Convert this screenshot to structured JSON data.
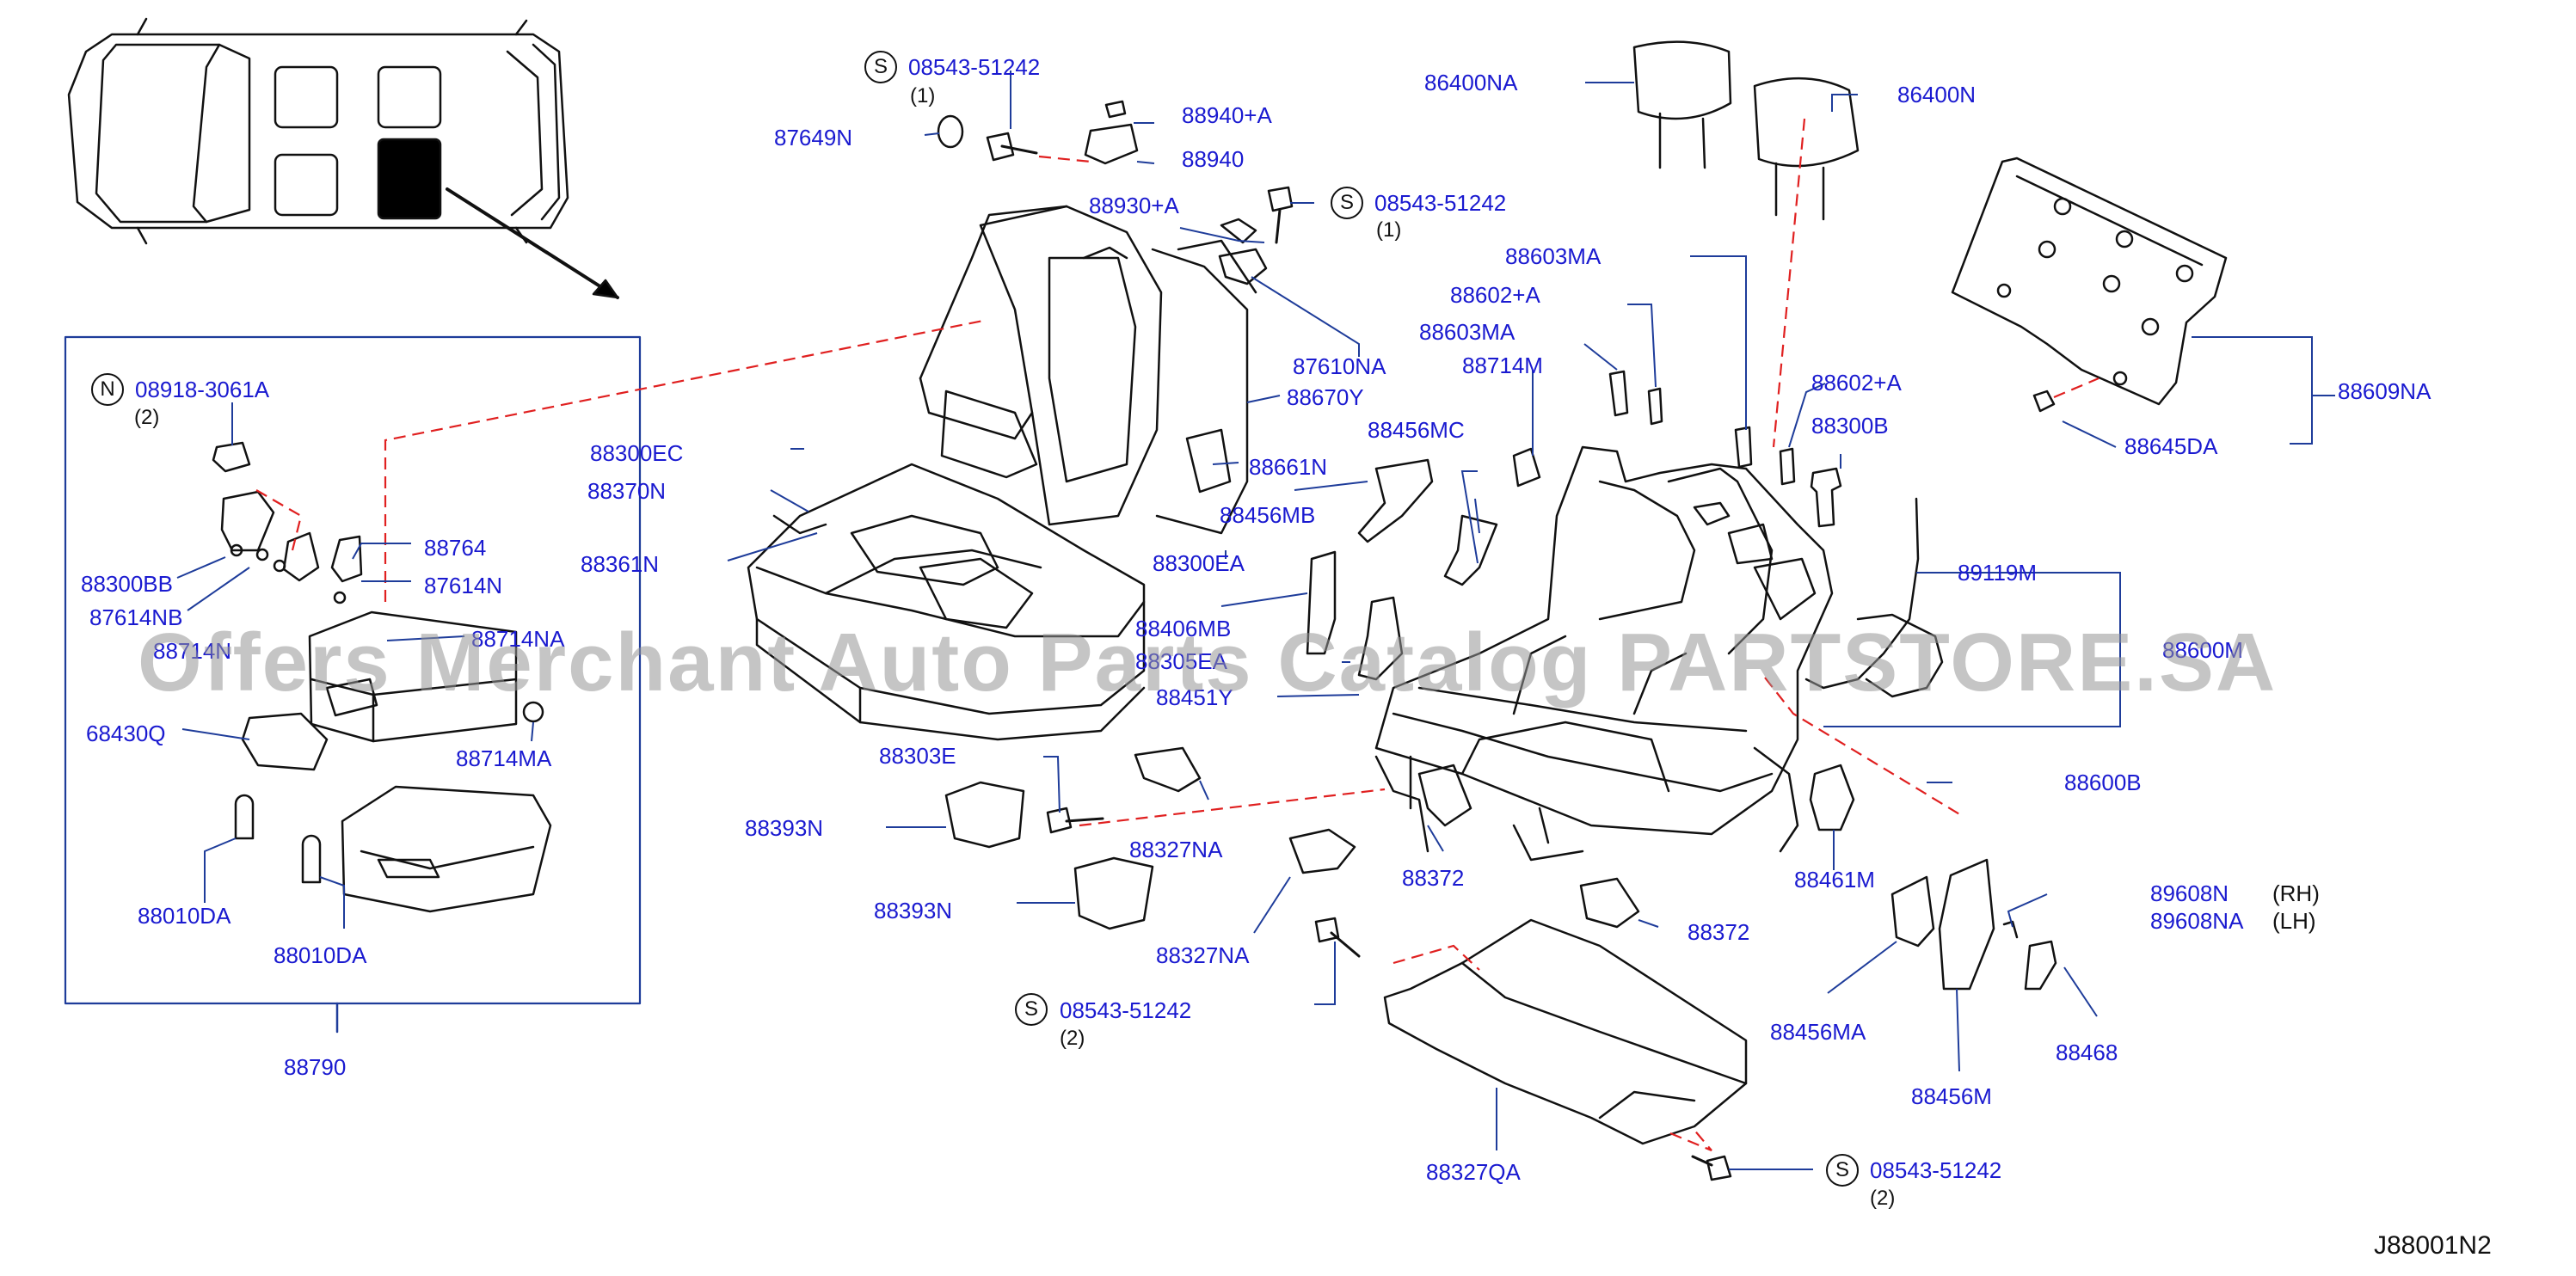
{
  "diagram_code": "J88001N2",
  "watermark": "Offers Merchant Auto Parts Catalog PARTSTORE.SA",
  "side_labels": {
    "rh": "(RH)",
    "lh": "(LH)"
  },
  "callouts": [
    {
      "id": "c1",
      "marker": "S",
      "part": "08543-51242",
      "qty": "(1)"
    },
    {
      "id": "c2",
      "marker": "S",
      "part": "08543-51242",
      "qty": "(1)"
    },
    {
      "id": "c3",
      "marker": "N",
      "part": "08918-3061A",
      "qty": "(2)"
    },
    {
      "id": "c4",
      "marker": "S",
      "part": "08543-51242",
      "qty": "(2)"
    },
    {
      "id": "c5",
      "marker": "S",
      "part": "08543-51242",
      "qty": "(2)"
    }
  ],
  "labels": [
    {
      "id": "l1",
      "text": "87649N"
    },
    {
      "id": "l2",
      "text": "88940+A"
    },
    {
      "id": "l3",
      "text": "88940"
    },
    {
      "id": "l4",
      "text": "88930+A"
    },
    {
      "id": "l5",
      "text": "86400NA"
    },
    {
      "id": "l6",
      "text": "86400N"
    },
    {
      "id": "l7",
      "text": "88603MA"
    },
    {
      "id": "l8",
      "text": "88602+A"
    },
    {
      "id": "l9",
      "text": "88603MA"
    },
    {
      "id": "l10",
      "text": "88714M"
    },
    {
      "id": "l11",
      "text": "88602+A"
    },
    {
      "id": "l12",
      "text": "88300B"
    },
    {
      "id": "l13",
      "text": "88609NA"
    },
    {
      "id": "l14",
      "text": "88645DA"
    },
    {
      "id": "l15",
      "text": "87610NA"
    },
    {
      "id": "l16",
      "text": "88670Y"
    },
    {
      "id": "l17",
      "text": "88661N"
    },
    {
      "id": "l18",
      "text": "88456MC"
    },
    {
      "id": "l19",
      "text": "88456MB"
    },
    {
      "id": "l20",
      "text": "88300EA"
    },
    {
      "id": "l21",
      "text": "88300EC"
    },
    {
      "id": "l22",
      "text": "88370N"
    },
    {
      "id": "l23",
      "text": "88361N"
    },
    {
      "id": "l24",
      "text": "89119M"
    },
    {
      "id": "l25",
      "text": "88600M"
    },
    {
      "id": "l26",
      "text": "88406MB"
    },
    {
      "id": "l27",
      "text": "88305EA"
    },
    {
      "id": "l28",
      "text": "88451Y"
    },
    {
      "id": "l29",
      "text": "88600B"
    },
    {
      "id": "l30",
      "text": "88303E"
    },
    {
      "id": "l31",
      "text": "88393N"
    },
    {
      "id": "l32",
      "text": "88327NA"
    },
    {
      "id": "l33",
      "text": "88372"
    },
    {
      "id": "l34",
      "text": "88461M"
    },
    {
      "id": "l35",
      "text": "88393N"
    },
    {
      "id": "l36",
      "text": "88327NA"
    },
    {
      "id": "l37",
      "text": "88372"
    },
    {
      "id": "l38",
      "text": "89608N"
    },
    {
      "id": "l39",
      "text": "89608NA"
    },
    {
      "id": "l40",
      "text": "88456MA"
    },
    {
      "id": "l41",
      "text": "88468"
    },
    {
      "id": "l42",
      "text": "88456M"
    },
    {
      "id": "l43",
      "text": "88327QA"
    },
    {
      "id": "l44",
      "text": "88300BB"
    },
    {
      "id": "l45",
      "text": "87614NB"
    },
    {
      "id": "l46",
      "text": "88764"
    },
    {
      "id": "l47",
      "text": "87614N"
    },
    {
      "id": "l48",
      "text": "88714NA"
    },
    {
      "id": "l49",
      "text": "88714MA"
    },
    {
      "id": "l50",
      "text": "68430Q"
    },
    {
      "id": "l51",
      "text": "88010DA"
    },
    {
      "id": "l52",
      "text": "88010DA"
    },
    {
      "id": "l53",
      "text": "88790"
    },
    {
      "id": "l54",
      "text": "88714N"
    }
  ],
  "colors": {
    "label": "#1a1ad0",
    "leader": "#1e3c9a",
    "dash": "#e02020",
    "line": "#111111"
  }
}
